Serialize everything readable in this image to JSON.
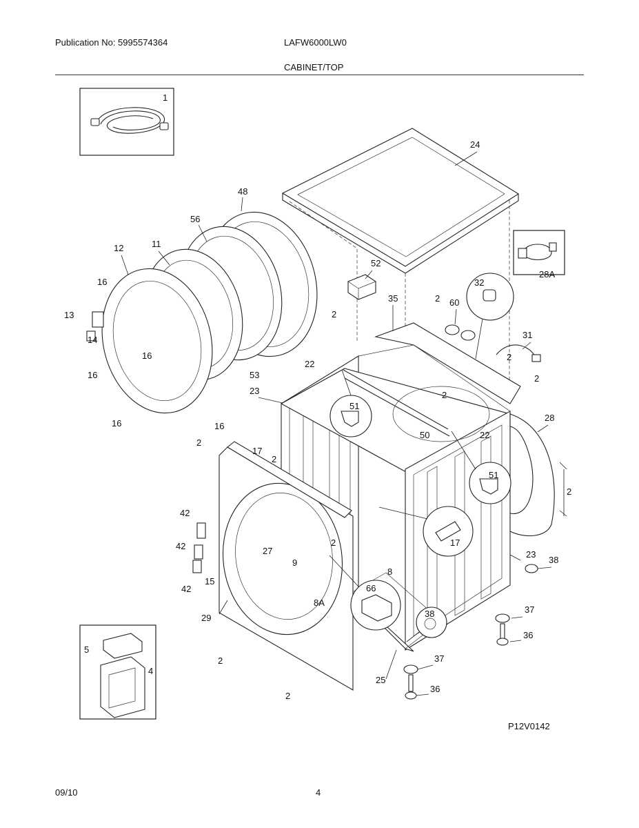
{
  "header": {
    "publication": "Publication No: 5995574364",
    "model": "LAFW6000LW0",
    "section": "CABINET/TOP"
  },
  "footer": {
    "date": "09/10",
    "page": "4"
  },
  "diagram": {
    "code": "P12V0142",
    "callouts": [
      "1",
      "24",
      "48",
      "56",
      "12",
      "11",
      "16",
      "13",
      "14",
      "16",
      "16",
      "16",
      "16",
      "53",
      "52",
      "35",
      "2",
      "60",
      "32",
      "28A",
      "31",
      "2",
      "2",
      "2",
      "22",
      "23",
      "51",
      "2",
      "50",
      "22",
      "28",
      "2",
      "17",
      "2",
      "51",
      "2",
      "42",
      "42",
      "27",
      "17",
      "2",
      "15",
      "42",
      "9",
      "8",
      "66",
      "8A",
      "23",
      "38",
      "29",
      "38",
      "37",
      "36",
      "5",
      "4",
      "2",
      "37",
      "25",
      "36",
      "2"
    ]
  }
}
